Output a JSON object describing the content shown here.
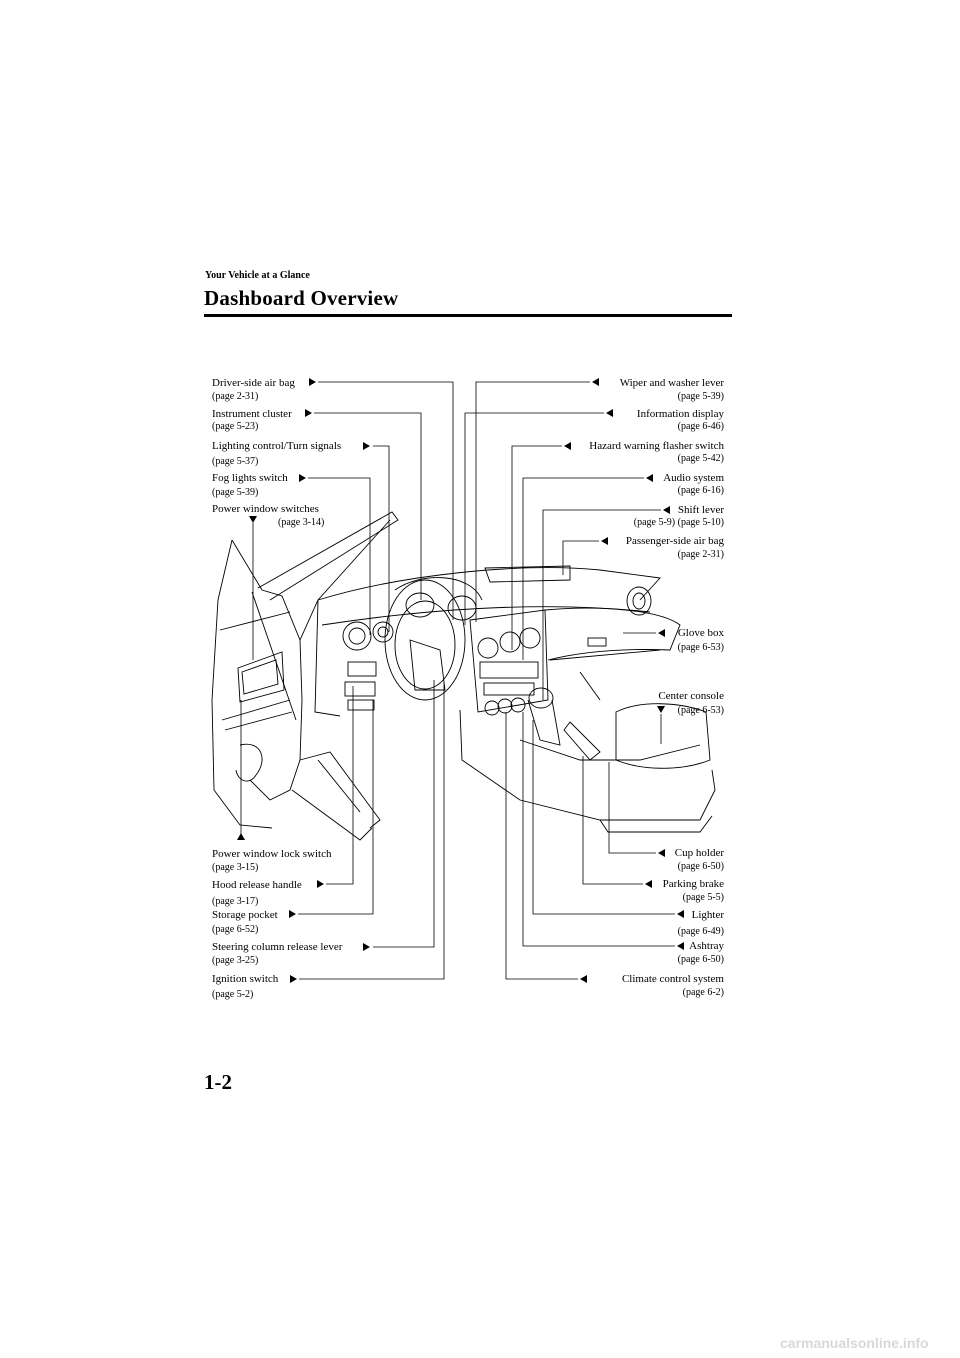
{
  "header": {
    "section": "Your Vehicle at a Glance",
    "title": "Dashboard Overview"
  },
  "footer": {
    "page_number": "1-2",
    "watermark": "carmanualsonline.info"
  },
  "callouts_left": [
    {
      "label": "Driver-side air bag",
      "page": "(page 2-31)"
    },
    {
      "label": "Instrument cluster",
      "page": "(page 5-23)"
    },
    {
      "label": "Lighting control/Turn signals",
      "page": "(page 5-37)"
    },
    {
      "label": "Fog lights switch",
      "page": "(page 5-39)"
    },
    {
      "label": "Power window switches",
      "page": "(page 3-14)"
    },
    {
      "label": "Power window lock switch",
      "page": "(page 3-15)"
    },
    {
      "label": "Hood release handle",
      "page": "(page 3-17)"
    },
    {
      "label": "Storage pocket",
      "page": "(page 6-52)"
    },
    {
      "label": "Steering column release lever",
      "page": "(page 3-25)"
    },
    {
      "label": "Ignition switch",
      "page": "(page 5-2)"
    }
  ],
  "callouts_right": [
    {
      "label": "Wiper and washer lever",
      "page": "(page 5-39)"
    },
    {
      "label": "Information display",
      "page": "(page 6-46)"
    },
    {
      "label": "Hazard warning flasher switch",
      "page": "(page 5-42)"
    },
    {
      "label": "Audio system",
      "page": "(page 6-16)"
    },
    {
      "label": "Shift lever",
      "page": "(page 5-9) (page 5-10)"
    },
    {
      "label": "Passenger-side air bag",
      "page": "(page 2-31)"
    },
    {
      "label": "Glove box",
      "page": "(page 6-53)"
    },
    {
      "label": "Center console",
      "page": "(page 6-53)"
    },
    {
      "label": "Cup holder",
      "page": "(page 6-50)"
    },
    {
      "label": "Parking brake",
      "page": "(page 5-5)"
    },
    {
      "label": "Lighter",
      "page": "(page 6-49)"
    },
    {
      "label": "Ashtray",
      "page": "(page 6-50)"
    },
    {
      "label": "Climate control system",
      "page": "(page 6-2)"
    }
  ]
}
